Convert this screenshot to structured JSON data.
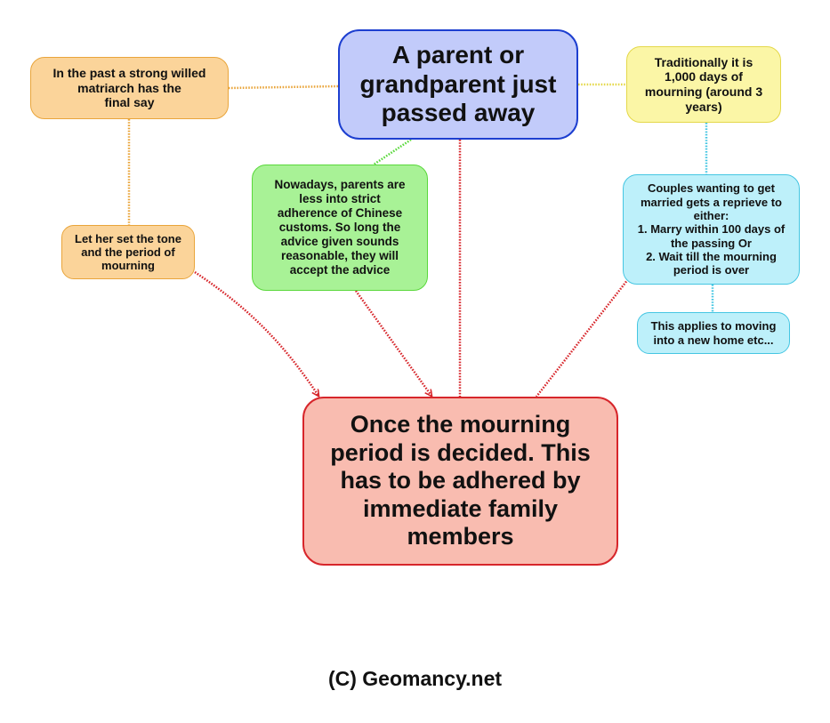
{
  "diagram": {
    "type": "mind-map",
    "nodes": {
      "root": {
        "text": "A parent or\ngrandparent just\npassed away",
        "fill": "#c2cbfa",
        "border": "#1d3fd0"
      },
      "past": {
        "text": "In the past a strong willed\nmatriarch has the\nfinal say",
        "fill": "#fbd49a",
        "border": "#e9a53b"
      },
      "tone": {
        "text": "Let her set the tone\nand the period of\nmourning",
        "fill": "#fbd49a",
        "border": "#e9a53b"
      },
      "nowadays": {
        "text": "Nowadays, parents are\nless into strict\nadherence of Chinese\ncustoms. So long the\nadvice given sounds\nreasonable, they will\naccept the advice",
        "fill": "#a8f296",
        "border": "#5ad83c"
      },
      "traditional": {
        "text": "Traditionally it is\n1,000 days of\nmourning (around 3\nyears)",
        "fill": "#fbf6a6",
        "border": "#e4d84a"
      },
      "couples": {
        "text": "Couples wanting to get\nmarried gets a reprieve to\neither:\n1. Marry within 100 days of\nthe passing Or\n2. Wait till the mourning\nperiod is over",
        "fill": "#bdf0fa",
        "border": "#45c6e2"
      },
      "moving": {
        "text": "This applies to moving\ninto a new home etc...",
        "fill": "#bdf0fa",
        "border": "#45c6e2"
      },
      "main": {
        "text": "Once the mourning\nperiod is decided. This\nhas to be adhered by\nimmediate family\nmembers",
        "fill": "#f9bcb0",
        "border": "#d7262b"
      }
    },
    "edges": [
      {
        "from": "root",
        "to": "past",
        "style": "dotted",
        "color": "#e9a53b",
        "arrow": false
      },
      {
        "from": "past",
        "to": "tone",
        "style": "dotted",
        "color": "#e9a53b",
        "arrow": false
      },
      {
        "from": "root",
        "to": "nowadays",
        "style": "dotted",
        "color": "#5ad83c",
        "arrow": false
      },
      {
        "from": "root",
        "to": "traditional",
        "style": "dotted",
        "color": "#e4d84a",
        "arrow": false
      },
      {
        "from": "traditional",
        "to": "couples",
        "style": "dotted",
        "color": "#45c6e2",
        "arrow": false
      },
      {
        "from": "couples",
        "to": "moving",
        "style": "dotted",
        "color": "#45c6e2",
        "arrow": false
      },
      {
        "from": "root",
        "to": "main",
        "style": "dotted",
        "color": "#d7262b",
        "arrow": false
      },
      {
        "from": "tone",
        "to": "main",
        "style": "dotted",
        "color": "#d7262b",
        "arrow": true
      },
      {
        "from": "nowadays",
        "to": "main",
        "style": "dotted",
        "color": "#d7262b",
        "arrow": true
      },
      {
        "from": "couples",
        "to": "main",
        "style": "dotted",
        "color": "#d7262b",
        "arrow": false
      }
    ]
  },
  "footer": {
    "copyright": "(C) Geomancy.net"
  }
}
